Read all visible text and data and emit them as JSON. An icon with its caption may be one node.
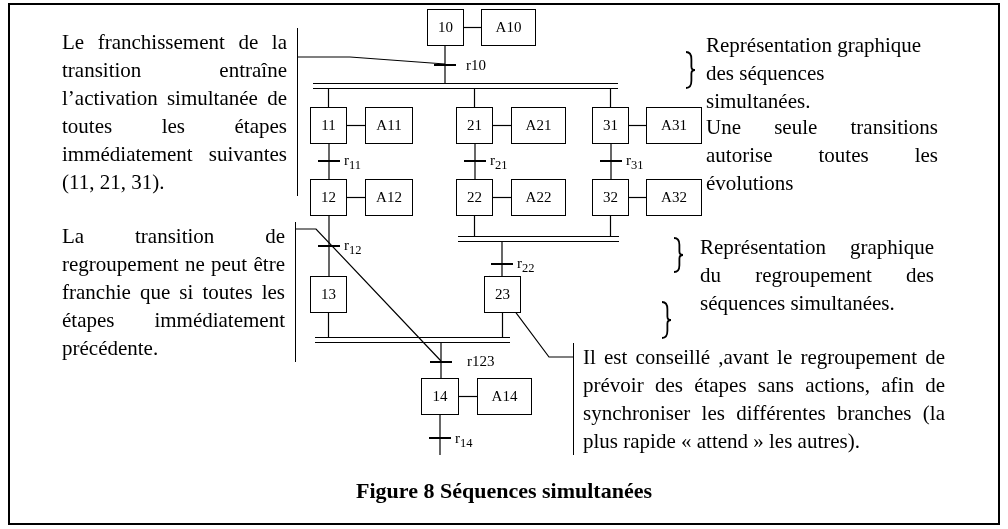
{
  "diagram": {
    "caption": "Figure 8 Séquences simultanées",
    "nodes": [
      {
        "text": [
          "10"
        ]
      },
      {
        "text": [
          "A10"
        ]
      },
      {
        "text": [],
        "shape": "bar",
        "beside": [
          "r10"
        ]
      },
      {
        "text": [],
        "shape": "bar"
      },
      {
        "text": [
          "11"
        ]
      },
      {
        "text": [
          "A11"
        ]
      },
      {
        "text": [
          "21"
        ]
      },
      {
        "text": [
          "A21"
        ]
      },
      {
        "text": [
          "31"
        ]
      },
      {
        "text": [
          "A31"
        ]
      },
      {
        "text": [],
        "shape": "bar",
        "beside": [
          "r$_{11}$"
        ]
      },
      {
        "text": [],
        "shape": "bar",
        "beside": [
          "r$_{21}$"
        ]
      },
      {
        "text": [],
        "shape": "bar",
        "beside": [
          "r$_{31}$"
        ]
      },
      {
        "text": [
          "12"
        ]
      },
      {
        "text": [
          "A12"
        ]
      },
      {
        "text": [
          "22"
        ]
      },
      {
        "text": [
          "A22"
        ]
      },
      {
        "text": [
          "32"
        ]
      },
      {
        "text": [
          "A32"
        ]
      },
      {
        "text": [],
        "shape": "bar",
        "beside": [
          "r$_{12}$"
        ]
      },
      {
        "text": [],
        "shape": "bar"
      },
      {
        "text": [],
        "shape": "bar",
        "beside": [
          "r$_{22}$"
        ]
      },
      {
        "text": [
          "13"
        ]
      },
      {
        "text": [
          "23"
        ]
      },
      {
        "text": [],
        "shape": "bar"
      },
      {
        "text": [],
        "shape": "bar",
        "beside": [
          "r123"
        ]
      },
      {
        "text": [
          "14"
        ]
      },
      {
        "text": [
          "A14"
        ]
      },
      {
        "text": [],
        "shape": "bar",
        "beside": [
          "r$_{14}$"
        ]
      },
      {
        "text": [
          "Le franchissement de la transition entraîne l’activation simultanée de toutes les étapes immédiatement suivantes (11, 21, 31)."
        ]
      },
      {
        "text": [
          "La transition de regroupement ne peut être franchie que si toutes les étapes immédiatement précédente."
        ]
      },
      {
        "text": [
          "Il est conseillé ,avant le regroupement de prévoir des étapes sans actions, afin de synchroniser les différentes branches (la plus rapide « attend » les autres)."
        ]
      }
    ],
    "edges": [
      {
        "from": 0,
        "to": 1,
        "arrow": "none"
      },
      {
        "from": 0,
        "to": 2,
        "arrow": "none"
      },
      {
        "from": 2,
        "to": 3,
        "arrow": "none"
      },
      {
        "from": 3,
        "to": 4,
        "arrow": "none"
      },
      {
        "from": 3,
        "to": 6,
        "arrow": "none"
      },
      {
        "from": 3,
        "to": 8,
        "arrow": "none"
      },
      {
        "from": 4,
        "to": 5,
        "arrow": "none"
      },
      {
        "from": 6,
        "to": 7,
        "arrow": "none"
      },
      {
        "from": 8,
        "to": 9,
        "arrow": "none"
      },
      {
        "from": 4,
        "to": 10,
        "arrow": "none"
      },
      {
        "from": 10,
        "to": 13,
        "arrow": "none"
      },
      {
        "from": 6,
        "to": 11,
        "arrow": "none"
      },
      {
        "from": 11,
        "to": 15,
        "arrow": "none"
      },
      {
        "from": 8,
        "to": 12,
        "arrow": "none"
      },
      {
        "from": 12,
        "to": 17,
        "arrow": "none"
      },
      {
        "from": 13,
        "to": 14,
        "arrow": "none"
      },
      {
        "from": 15,
        "to": 16,
        "arrow": "none"
      },
      {
        "from": 17,
        "to": 18,
        "arrow": "none"
      },
      {
        "from": 13,
        "to": 19,
        "arrow": "none"
      },
      {
        "from": 19,
        "to": 22,
        "arrow": "none"
      },
      {
        "from": 15,
        "to": 20,
        "arrow": "none"
      },
      {
        "from": 17,
        "to": 20,
        "arrow": "none"
      },
      {
        "from": 20,
        "to": 21,
        "arrow": "none"
      },
      {
        "from": 21,
        "to": 23,
        "arrow": "none"
      },
      {
        "from": 22,
        "to": 24,
        "arrow": "none"
      },
      {
        "from": 23,
        "to": 24,
        "arrow": "none"
      },
      {
        "from": 24,
        "to": 25,
        "arrow": "none"
      },
      {
        "from": 25,
        "to": 26,
        "arrow": "none"
      },
      {
        "from": 26,
        "to": 27,
        "arrow": "none"
      },
      {
        "from": 26,
        "to": 28,
        "arrow": "none"
      },
      {
        "from": 28,
        "to": null,
        "arrow": "none"
      },
      {
        "from": 29,
        "to": 2,
        "arrow": "none"
      },
      {
        "from": 30,
        "to": 25,
        "arrow": "none"
      },
      {
        "from": 31,
        "to": 23,
        "arrow": "none"
      }
    ],
    "labels": [
      "Représentation graphique des séquences simultanées.",
      "Une seule transitions autorise toutes les évolutions",
      "Représentation graphique du regroupement des séquences simultanées."
    ]
  }
}
